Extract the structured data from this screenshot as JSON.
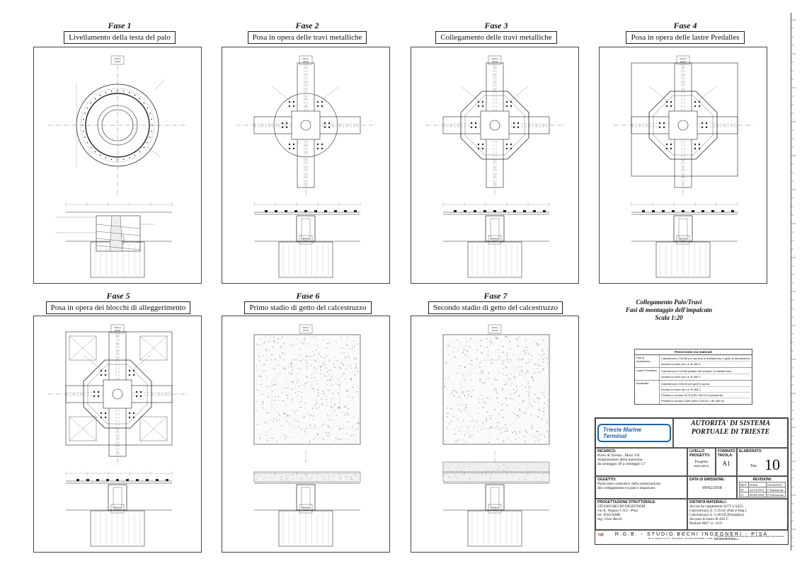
{
  "phases": [
    {
      "fase": "Fase 1",
      "desc": "Livellamento della testa del palo"
    },
    {
      "fase": "Fase 2",
      "desc": "Posa in opera delle travi metalliche"
    },
    {
      "fase": "Fase 3",
      "desc": "Collegamento delle travi metalliche"
    },
    {
      "fase": "Fase 4",
      "desc": "Posa in opera delle lastre Predalles"
    },
    {
      "fase": "Fase 5",
      "desc": "Posa in opera dei blocchi di alleggerimento"
    },
    {
      "fase": "Fase 6",
      "desc": "Primo stadio di getto del calcestruzzo"
    },
    {
      "fase": "Fase 7",
      "desc": "Secondo stadio di getto del calcestruzzo"
    }
  ],
  "caption": {
    "line1": "Collegamento Palo/Travi",
    "line2": "Fasi di montaggio dell'impalcato",
    "line3": "Scala 1:20"
  },
  "notes": {
    "title": "Prescrizioni sui materiali",
    "rows": [
      {
        "label": "Pali di fondazione",
        "values": [
          "Calcestruzzo C30/45 per camicia di livellamento e getto di riempimento",
          "Acciaio in barre da c.a. B 450 C"
        ]
      },
      {
        "label": "Lastre Predalles",
        "values": [
          "Calcestruzzo C40/50 gettato dai fornitore in stabilimento",
          "Acciaio in barre da c.a. B 450 C"
        ]
      },
      {
        "label": "Impalcato",
        "values": [
          "Calcestruzzo C35/45 per getti in opera",
          "Acciaio in barre da c.a. B 450 C",
          "Profilati in acciaio S275 (HEL 500/122 piastrame)",
          "Profilati in acciaio S355 (HEA 700/122, HE 280 M)"
        ]
      }
    ]
  },
  "titleblock": {
    "client_logo": "Trieste Marine Terminal",
    "authority_line1": "AUTORITA' DI SISTEMA",
    "authority_line2": "PORTUALE DI TRIESTE",
    "incarico_label": "INCARICO:",
    "incarico_lines": [
      "Porto di Trieste - Molo VII",
      "Ampliamento della banchina",
      "da ormeggio 49 a ormeggio 57"
    ],
    "livello_label": "LIVELLO PROGETTO:",
    "livello_value": "Progetto esecutivo",
    "formato_label": "FORMATO TAVOLA:",
    "formato_value": "A1",
    "elaborato_label": "ELABORATO:",
    "tav_label": "Tav.",
    "tav_number": "10",
    "oggetto_label": "OGGETTO:",
    "oggetto_lines": [
      "Particolari costruttivi della realizzazione",
      "del collegamento tra pali e impalcato"
    ],
    "data_label": "DATA DI EMISSIONE:",
    "data_value": "09/02/2018",
    "revisioni_label": "REVISIONI:",
    "rev_headers": [
      "REV.",
      "DATA",
      "OGGETTO"
    ],
    "revisions": [
      {
        "rev": "00",
        "date": "22/12/2017",
        "obj": "1ª Emissione"
      },
      {
        "rev": "01",
        "date": "09/02/2018",
        "obj": "2ª Emissione"
      }
    ],
    "prog_label": "PROGETTAZIONE STRUTTURALE:",
    "prog_lines": [
      "STUDIO BECHI INGEGNERI",
      "via A. Vespucci 113 - Pisa",
      "tel. 050/24388",
      "ing.   Gino Bechi"
    ],
    "distinta_label": "DISTINTA MATERIALI:",
    "distinta_lines": [
      "Acciai da carpenteria S275 e S355",
      "Calcestruzzi cl. C35/45 (Pali e Imp.)",
      "Calcestruzzi cl. C40/50 (Predalles)",
      "Acciaio in barre B 450 C",
      "Bulloni M27 cl. 10.9"
    ],
    "studio_name": "R.G.B. - STUDIO BECHI INGEGNERI - PISA",
    "studio_addr": "Via A. Vespucci n.113 - 56125 Pisa - Tel./Fax 050/24388 - e-mail: studio@studiobechi.it",
    "studio_mini": "rgb",
    "studio_note": "E' vietata la riproduzione anche parziale e qualsiasi utilizzo senza l'autorizzazione dello Studio Bechi Ingegneri"
  },
  "drawing_labels": {
    "vista": "Vista in pianta",
    "sezione": "Sezione A-A"
  }
}
